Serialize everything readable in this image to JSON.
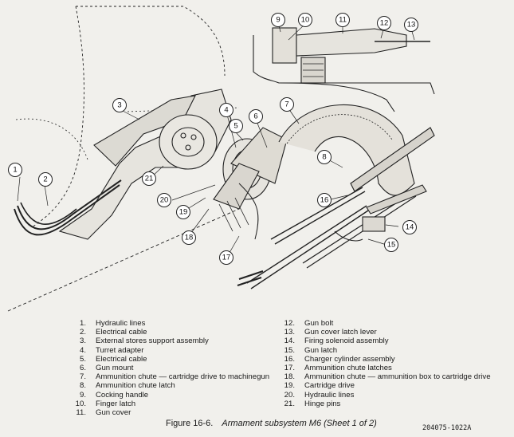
{
  "callouts": [
    "1",
    "2",
    "3",
    "4",
    "5",
    "6",
    "7",
    "8",
    "9",
    "10",
    "11",
    "12",
    "13",
    "14",
    "15",
    "16",
    "17",
    "18",
    "19",
    "20",
    "21"
  ],
  "legend_left": [
    {
      "num": "1.",
      "text": "Hydraulic lines"
    },
    {
      "num": "2.",
      "text": "Electrical cable"
    },
    {
      "num": "3.",
      "text": "External stores support assembly"
    },
    {
      "num": "4.",
      "text": "Turret adapter"
    },
    {
      "num": "5.",
      "text": "Electrical cable"
    },
    {
      "num": "6.",
      "text": "Gun mount"
    },
    {
      "num": "7.",
      "text": "Ammunition chute — cartridge drive to machinegun"
    },
    {
      "num": "8.",
      "text": "Ammunition chute latch"
    },
    {
      "num": "9.",
      "text": "Cocking handle"
    },
    {
      "num": "10.",
      "text": "Finger latch"
    },
    {
      "num": "11.",
      "text": "Gun cover"
    }
  ],
  "legend_right": [
    {
      "num": "12.",
      "text": "Gun bolt"
    },
    {
      "num": "13.",
      "text": "Gun cover latch lever"
    },
    {
      "num": "14.",
      "text": "Firing solenoid assembly"
    },
    {
      "num": "15.",
      "text": "Gun latch"
    },
    {
      "num": "16.",
      "text": "Charger cylinder assembly"
    },
    {
      "num": "17.",
      "text": "Ammunition chute latches"
    },
    {
      "num": "18.",
      "text": "Ammunition chute — ammunition box to cartridge drive"
    },
    {
      "num": "19.",
      "text": "Cartridge drive"
    },
    {
      "num": "20.",
      "text": "Hydraulic lines"
    },
    {
      "num": "21.",
      "text": "Hinge pins"
    }
  ],
  "caption": {
    "figure": "Figure 16-6.",
    "title": "Armament subsystem M6 (Sheet 1 of 2)"
  },
  "drawing_code": "204075-1022A"
}
